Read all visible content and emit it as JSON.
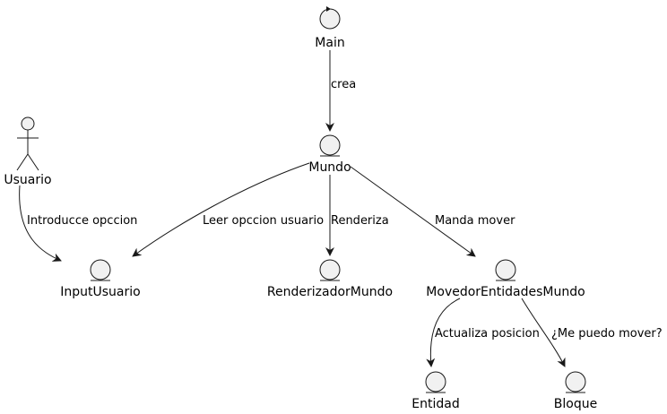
{
  "nodes": {
    "main": {
      "label": "Main",
      "kind": "control"
    },
    "mundo": {
      "label": "Mundo",
      "kind": "entity"
    },
    "usuario": {
      "label": "Usuario",
      "kind": "actor"
    },
    "input_usuario": {
      "label": "InputUsuario",
      "kind": "entity"
    },
    "renderizador_mundo": {
      "label": "RenderizadorMundo",
      "kind": "entity"
    },
    "movedor_entidades_mundo": {
      "label": "MovedorEntidadesMundo",
      "kind": "entity"
    },
    "entidad": {
      "label": "Entidad",
      "kind": "entity"
    },
    "bloque": {
      "label": "Bloque",
      "kind": "entity"
    }
  },
  "edges": [
    {
      "from": "main",
      "to": "mundo",
      "label": "crea"
    },
    {
      "from": "usuario",
      "to": "input_usuario",
      "label": "Introducce opccion"
    },
    {
      "from": "mundo",
      "to": "input_usuario",
      "label": "Leer opccion usuario"
    },
    {
      "from": "mundo",
      "to": "renderizador_mundo",
      "label": "Renderiza"
    },
    {
      "from": "mundo",
      "to": "movedor_entidades_mundo",
      "label": "Manda mover"
    },
    {
      "from": "movedor_entidades_mundo",
      "to": "entidad",
      "label": "Actualiza posicion"
    },
    {
      "from": "movedor_entidades_mundo",
      "to": "bloque",
      "label": "¿Me puedo mover?"
    }
  ],
  "colors": {
    "node_fill": "#f1f1f1",
    "stroke": "#181818",
    "text": "#000000"
  }
}
